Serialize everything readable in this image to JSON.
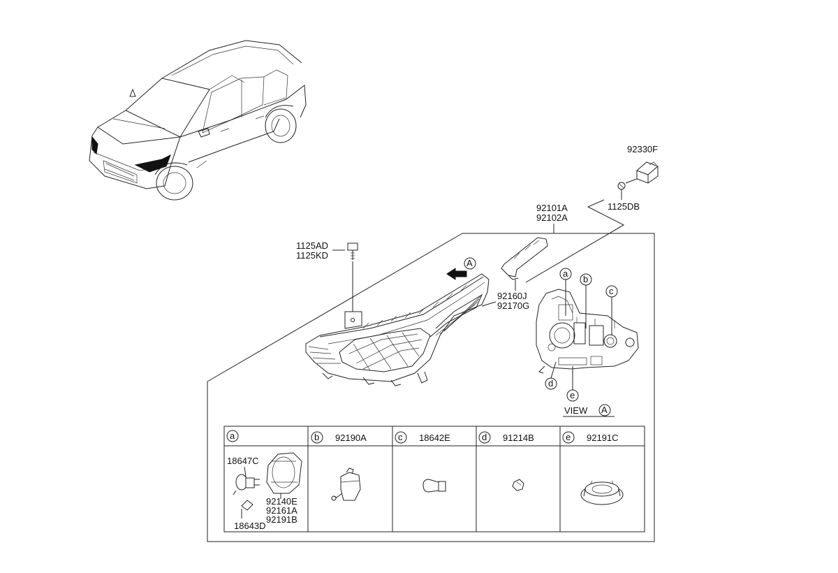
{
  "labels": {
    "p_92330F": "92330F",
    "p_1125DB": "1125DB",
    "p_92101A": "92101A",
    "p_92102A": "92102A",
    "p_1125AD": "1125AD",
    "p_1125KD": "1125KD",
    "p_92160J": "92160J",
    "p_92170G": "92170G",
    "view_text": "VIEW",
    "view_marker": "A",
    "marker_a": "A",
    "c_a": "a",
    "c_b": "b",
    "c_c": "c",
    "c_d": "d",
    "c_e": "e"
  },
  "table": {
    "cells": [
      {
        "letter": "a",
        "part": ""
      },
      {
        "letter": "b",
        "part": "92190A"
      },
      {
        "letter": "c",
        "part": "18642E"
      },
      {
        "letter": "d",
        "part": "91214B"
      },
      {
        "letter": "e",
        "part": "92191C"
      }
    ],
    "a_parts": {
      "bulb_main": "18647C",
      "bulb_small": "18643D",
      "holder_1": "92140E",
      "holder_2": "92161A",
      "holder_3": "92191B"
    }
  },
  "colors": {
    "line": "#222222",
    "background": "#ffffff"
  }
}
